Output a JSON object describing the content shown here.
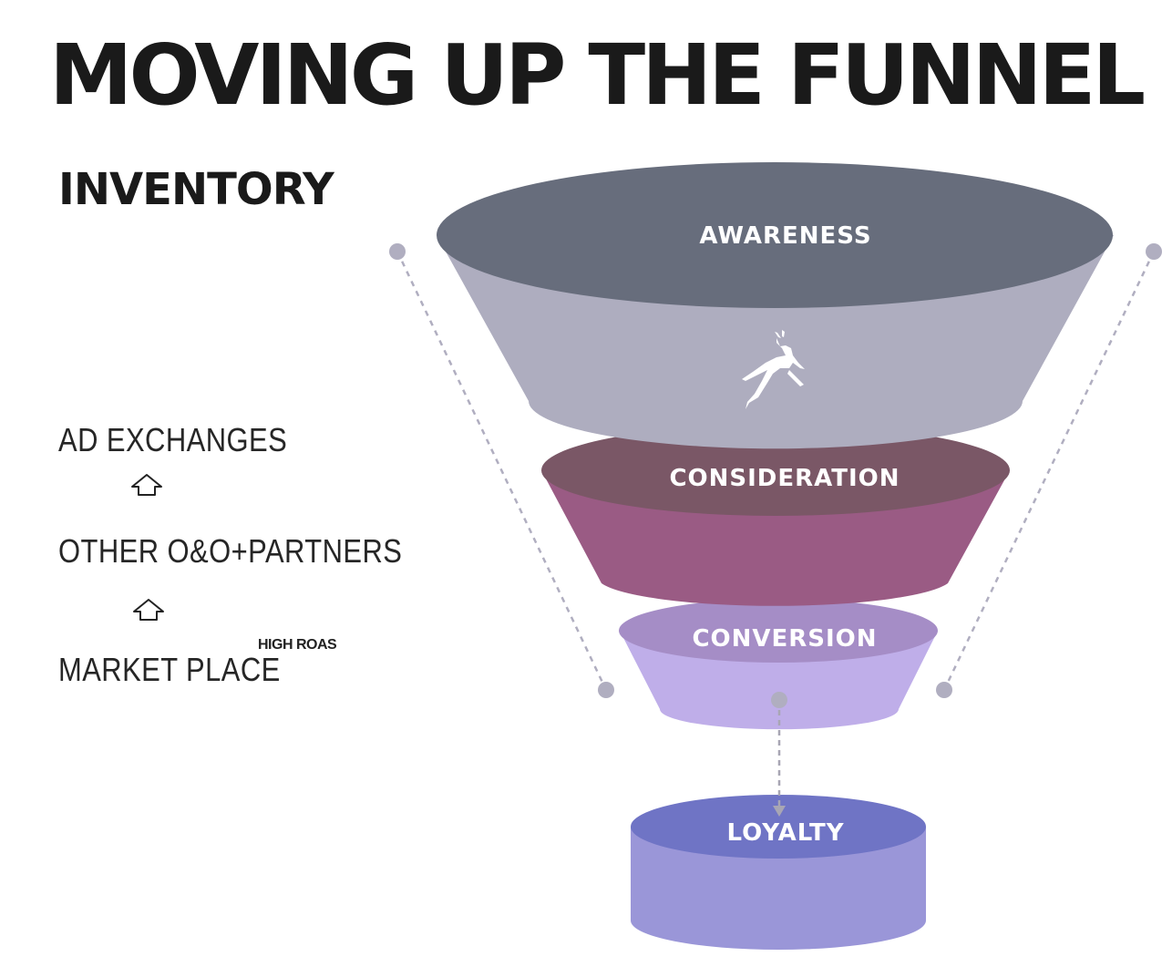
{
  "title": "MOVING UP THE FUNNEL",
  "inventory": {
    "heading": "INVENTORY",
    "items": [
      {
        "label": "AD EXCHANGES"
      },
      {
        "label": "OTHER O&O+PARTNERS"
      },
      {
        "label": "MARKET PLACE"
      }
    ],
    "note": "HIGH ROAS"
  },
  "funnel": {
    "stages": [
      {
        "label": "AWARENESS",
        "color_top": "#676d7c",
        "color_body": "#aeadbf"
      },
      {
        "label": "CONSIDERATION",
        "color_top": "#7a5766",
        "color_body": "#9a5b84"
      },
      {
        "label": "CONVERSION",
        "color_top": "#a58dc6",
        "color_body": "#bfaee9"
      },
      {
        "label": "LOYALTY",
        "color_top": "#6f74c5",
        "color_body": "#9a96d8"
      }
    ],
    "icon": "leaping-deer-icon",
    "connector_color": "#b0aec0"
  }
}
